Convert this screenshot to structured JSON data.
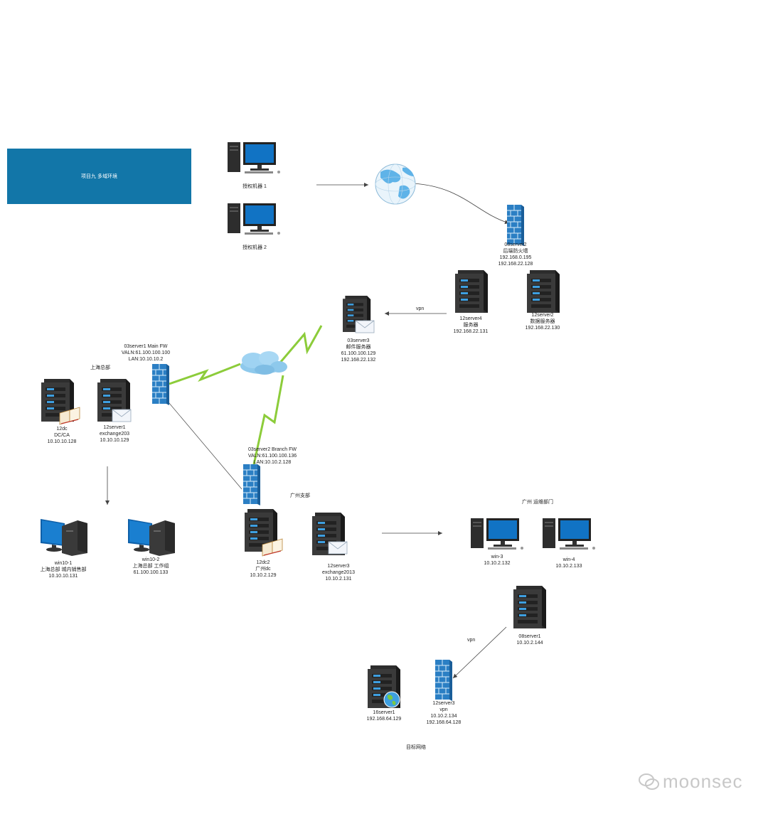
{
  "title_box": {
    "text": "项目九 多域环境"
  },
  "nodes": {
    "auth1": {
      "lines": [
        "授权机器 1"
      ]
    },
    "auth2": {
      "lines": [
        "授权机器 2"
      ]
    },
    "s08server2_fw": {
      "lines": [
        "08server2",
        "后端防火墙",
        "192.168.0.195",
        "192.168.22.128"
      ]
    },
    "s12server4": {
      "lines": [
        "12server4",
        "服务器",
        "192.168.22.131"
      ]
    },
    "s12server2": {
      "lines": [
        "12server2",
        "数据服务器",
        "192.168.22.130"
      ]
    },
    "s03server3": {
      "lines": [
        "03server3",
        "邮件服务器",
        "61.100.100.129",
        "192.168.22.132"
      ]
    },
    "main_fw": {
      "lines": [
        "03server1 Main FW",
        "VALN:61.100.100.100",
        "LAN:10.10.10.2"
      ]
    },
    "s12dc": {
      "lines": [
        "12dc",
        "DC/CA",
        "10.10.10.128"
      ]
    },
    "s12server1": {
      "lines": [
        "12server1",
        "exchange203",
        "10.10.10.129"
      ]
    },
    "branch_fw": {
      "lines": [
        "03server2 Branch FW",
        "VALN:61.100.100.136",
        "LAN:10.10.2.128"
      ]
    },
    "win10_1": {
      "lines": [
        "win10-1",
        "上海总部 城内销售部",
        "10.10.10.131"
      ]
    },
    "win10_2": {
      "lines": [
        "win10-2",
        "上海总部 工作组",
        "61.100.100.133"
      ]
    },
    "s12dc2": {
      "lines": [
        "12dc2",
        "广州dc",
        "10.10.2.129"
      ]
    },
    "s12server3_ex": {
      "lines": [
        "12server3",
        "exchange2013",
        "10.10.2.131"
      ]
    },
    "win3": {
      "lines": [
        "win-3",
        "10.10.2.132"
      ]
    },
    "win4": {
      "lines": [
        "win-4",
        "10.10.2.133"
      ]
    },
    "s08server1": {
      "lines": [
        "08server1",
        "10.10.2.144"
      ]
    },
    "s16server1": {
      "lines": [
        "16server1",
        "192.168.64.129"
      ]
    },
    "s12server3_vpn": {
      "lines": [
        "12server3",
        "vpn",
        "10.10.2.134",
        "192.168.64.128"
      ]
    }
  },
  "labels": {
    "shanghai": "上海总部",
    "guangzhou": "广州支部",
    "gz_ops": "广州 运维部门",
    "target_net": "目标网络",
    "vpn_top": "vpn",
    "vpn_bottom": "vpn"
  },
  "watermark": {
    "text": "moonsec"
  },
  "colors": {
    "title_bg": "#1276a8",
    "firewall_blue": "#2b7fc4",
    "server_dark": "#2d2d2d",
    "monitor_blue": "#1173c4",
    "lightning_green": "#8ccc3a",
    "cloud_blue": "#8ec9ec",
    "globe_blue": "#5fb3e8"
  },
  "icons": {
    "server": "server-tower-icon",
    "firewall": "firewall-brick-icon",
    "desktop": "desktop-computer-icon",
    "globe": "globe-icon",
    "cloud": "cloud-icon",
    "mail": "mail-envelope-icon",
    "book": "open-book-icon",
    "web": "web-globe-badge-icon"
  }
}
